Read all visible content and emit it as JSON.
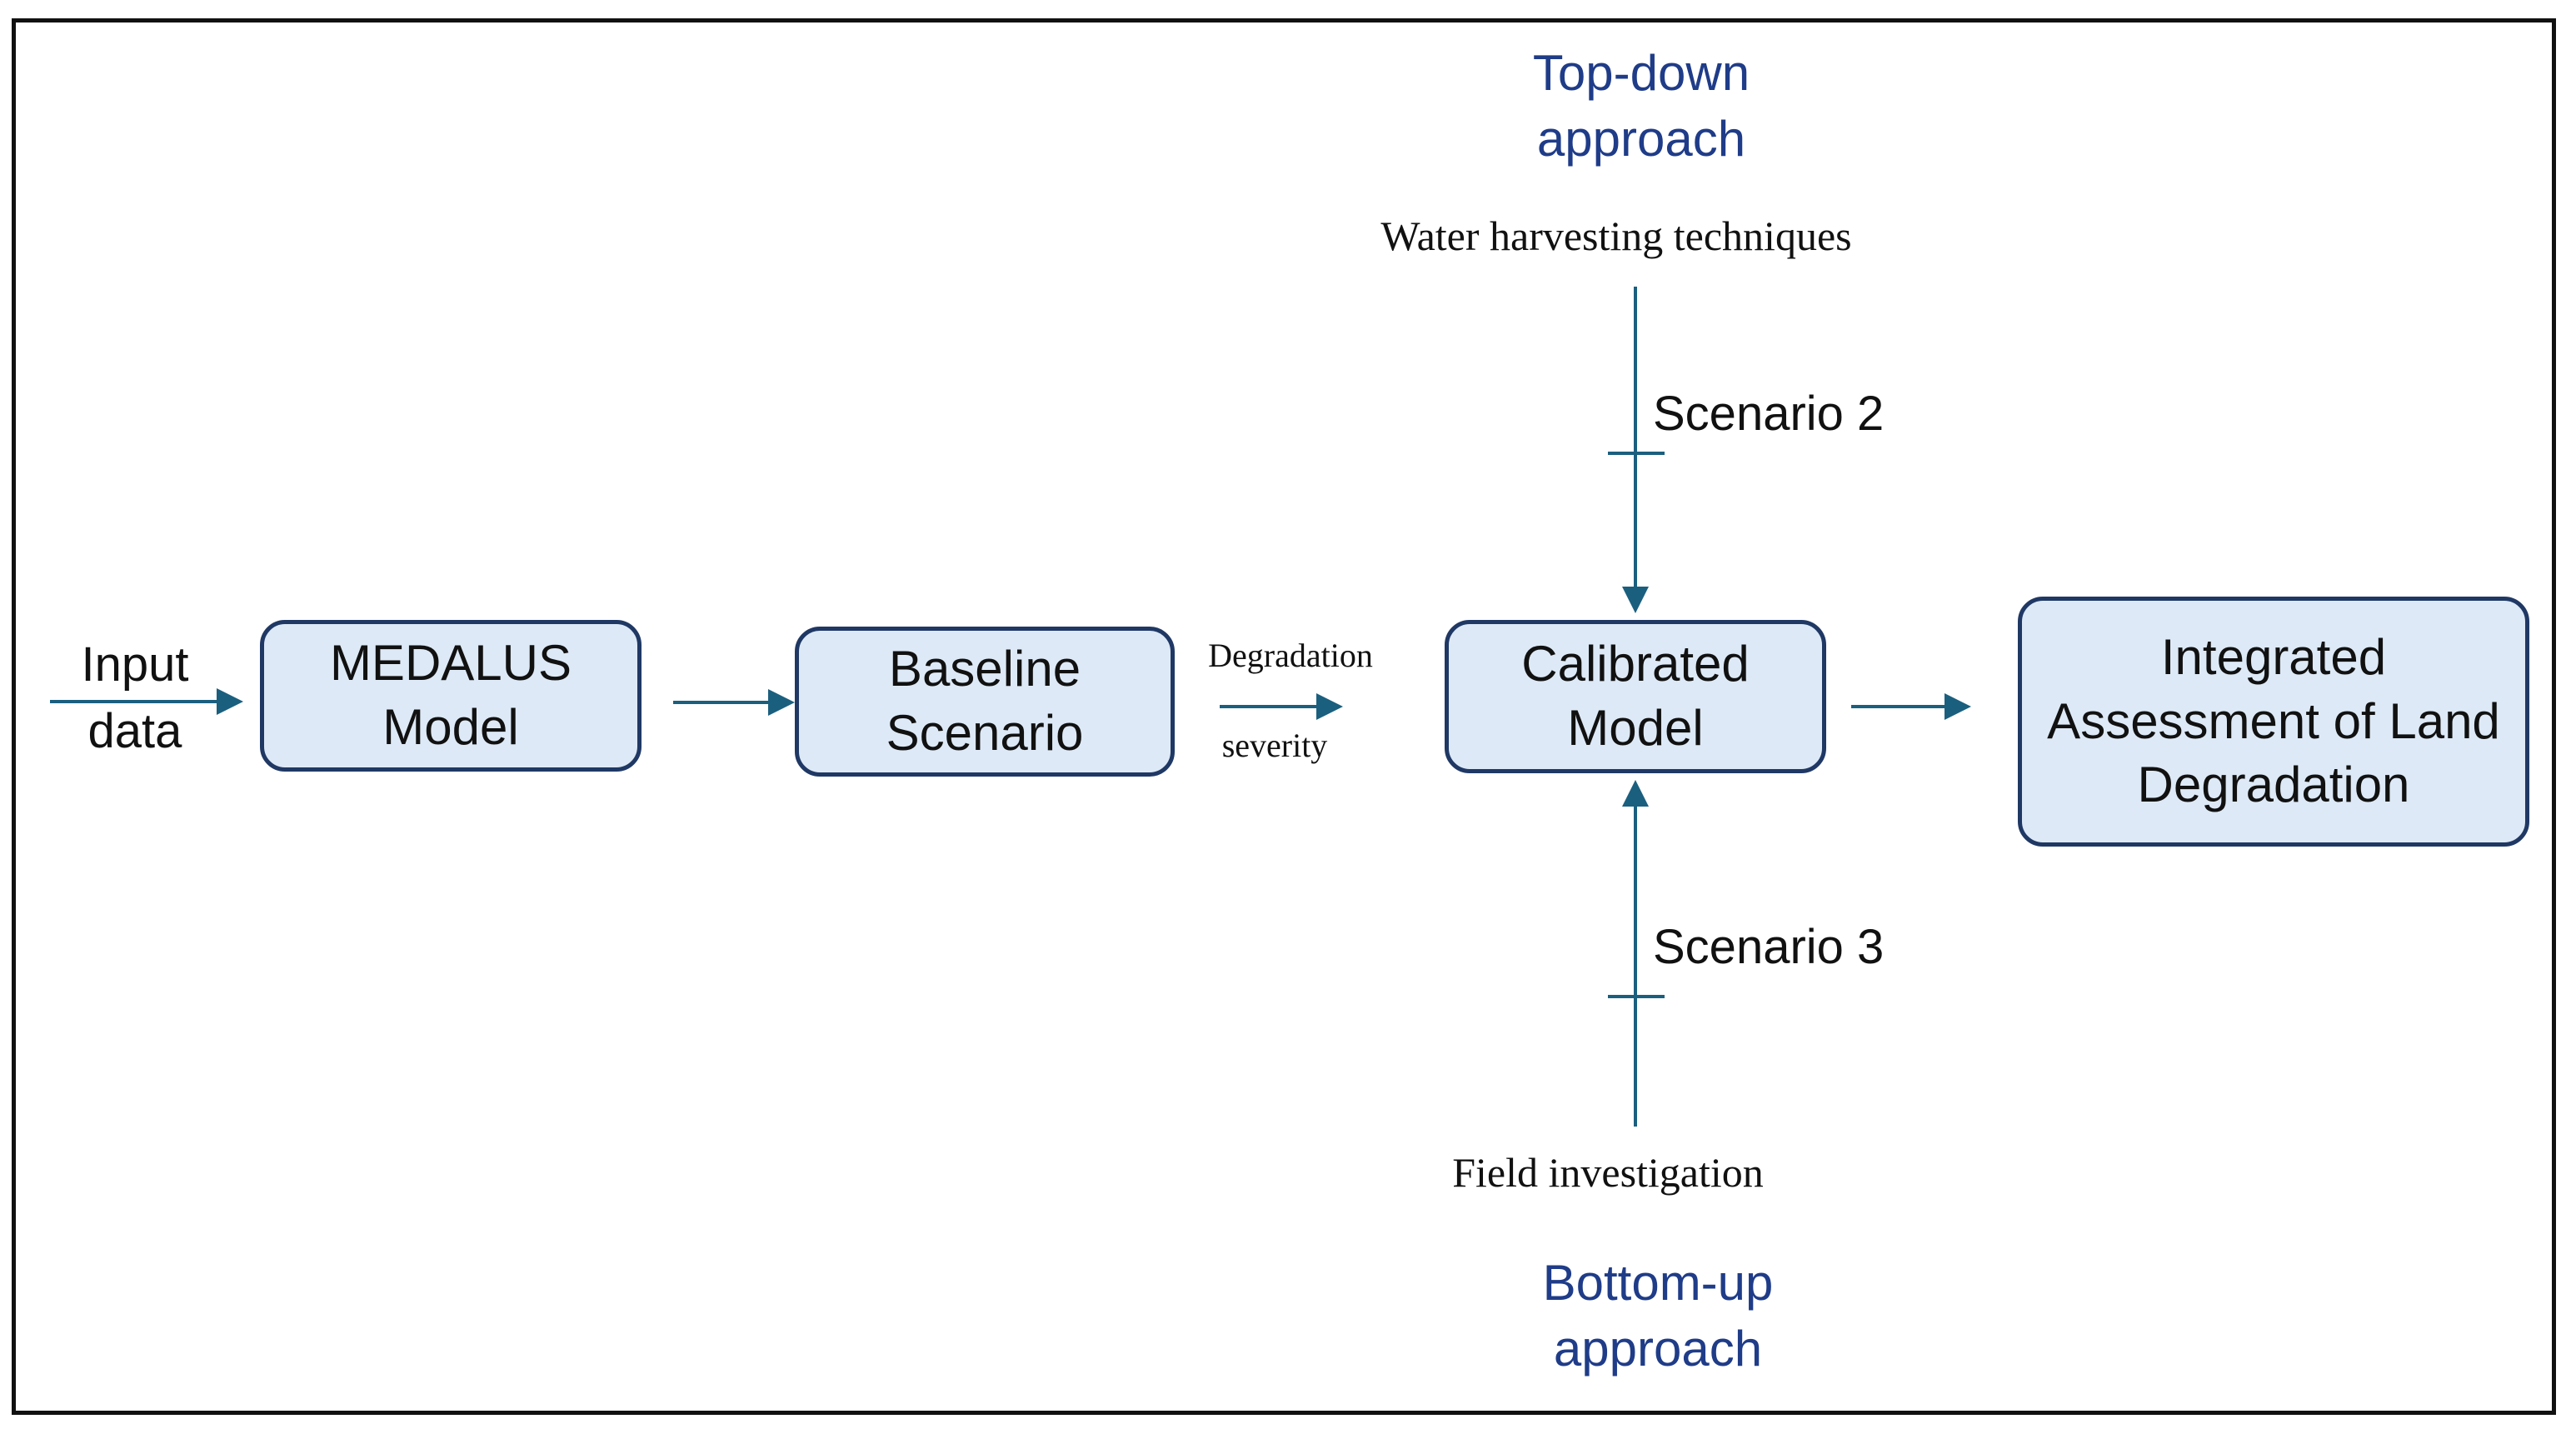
{
  "colors": {
    "box_fill": "#dde9f6",
    "box_border": "#1f3864",
    "arrow": "#1b5f7f",
    "approach_text": "#1f3c88",
    "frame": "#111111"
  },
  "nodes": {
    "input_data": "Input\ndata",
    "medalus_model": "MEDALUS\nModel",
    "baseline_scenario": "Baseline\nScenario",
    "calibrated_model": "Calibrated\nModel",
    "integrated_assessment": "Integrated\nAssessment of Land\nDegradation"
  },
  "labels": {
    "degradation": "Degradation",
    "severity": "severity",
    "top_down_approach": "Top-down\napproach",
    "water_harvesting": "Water harvesting techniques",
    "scenario_2": "Scenario 2",
    "scenario_3": "Scenario 3",
    "field_investigation": "Field investigation",
    "bottom_up_approach": "Bottom-up\napproach"
  }
}
